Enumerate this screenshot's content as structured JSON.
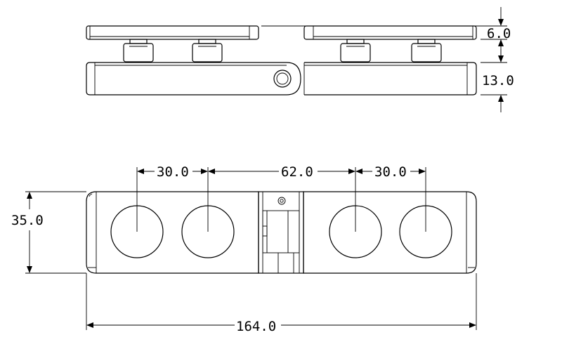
{
  "drawing": {
    "type": "technical-drawing",
    "views": [
      "side",
      "top"
    ],
    "line_color": "#000000",
    "background": "#ffffff"
  },
  "dimensions": {
    "plate_thickness": "6.0",
    "body_height": "13.0",
    "hole_pitch_left": "30.0",
    "hole_center_span": "62.0",
    "hole_pitch_right": "30.0",
    "body_width": "35.0",
    "overall_length": "164.0"
  }
}
